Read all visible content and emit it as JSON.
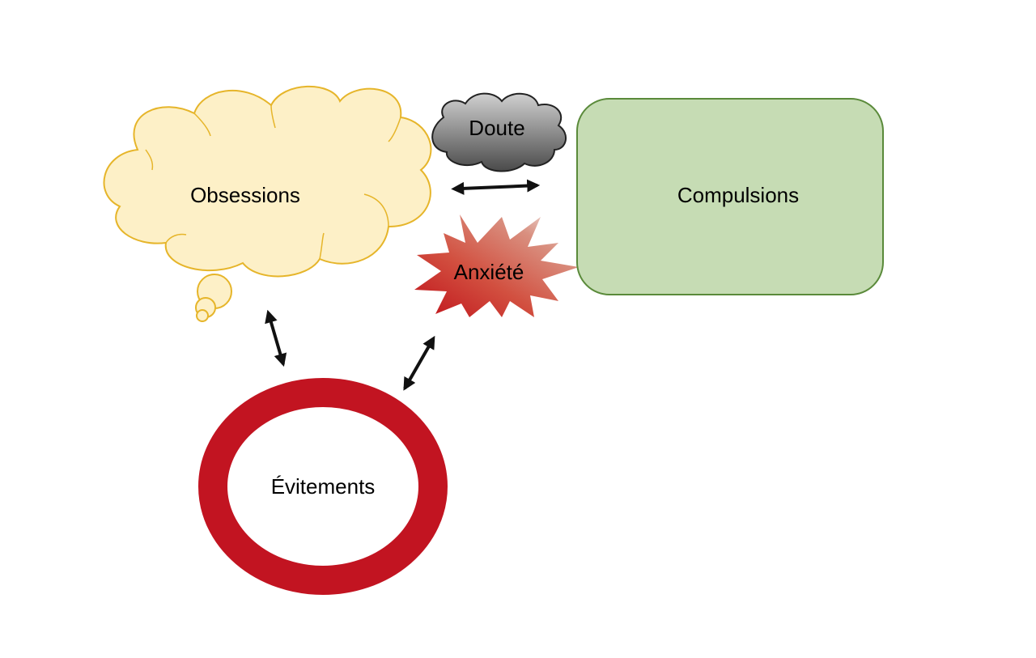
{
  "diagram": {
    "nodes": {
      "obsessions": {
        "label": "Obsessions",
        "shape": "thought-cloud",
        "fill": "#fdf0c7",
        "stroke": "#e6b52a"
      },
      "doute": {
        "label": "Doute",
        "shape": "cloud",
        "fill": "#8c8c8c",
        "stroke": "#222222"
      },
      "anxiete": {
        "label": "Anxiété",
        "shape": "explosion",
        "fill": "#c8151e",
        "stroke": "none"
      },
      "compulsions": {
        "label": "Compulsions",
        "shape": "rounded-rectangle",
        "fill": "#c6dcb4",
        "stroke": "#5a8a3a"
      },
      "evitements": {
        "label": "Évitements",
        "shape": "ring",
        "fill": "#ffffff",
        "stroke": "#c21421"
      }
    },
    "edges": [
      {
        "from": "obsessions",
        "to": "compulsions",
        "type": "bidirectional"
      },
      {
        "from": "obsessions",
        "to": "evitements",
        "type": "bidirectional"
      },
      {
        "from": "anxiete",
        "to": "evitements",
        "type": "bidirectional"
      }
    ]
  }
}
